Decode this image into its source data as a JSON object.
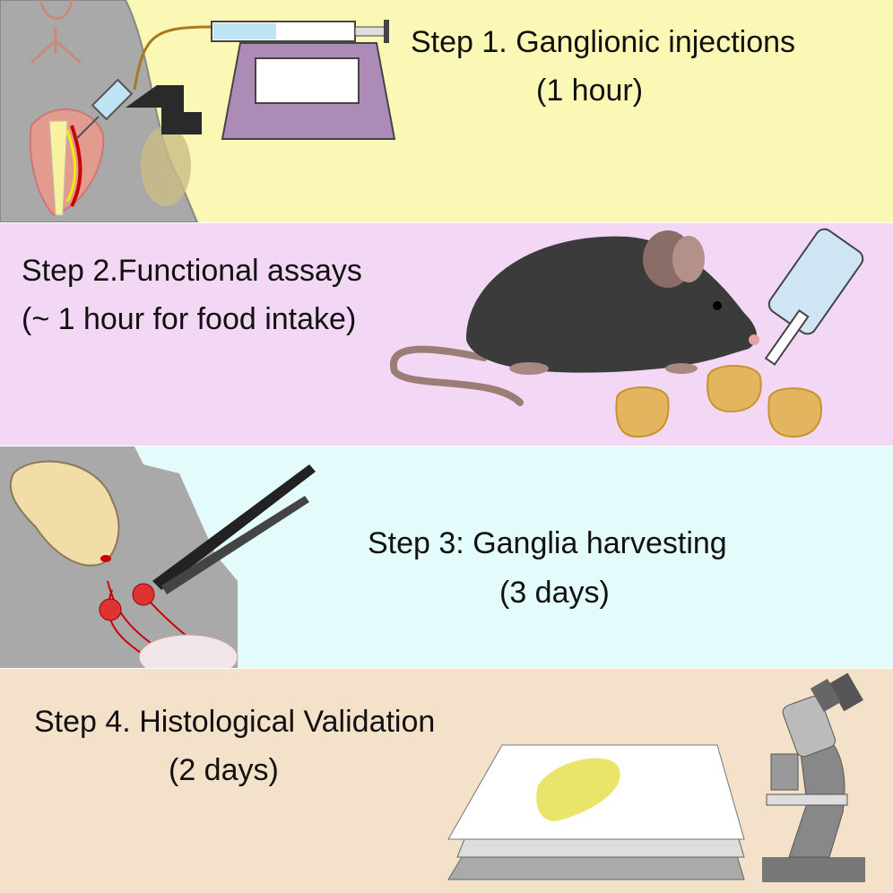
{
  "steps": [
    {
      "title": "Step 1. Ganglionic injections",
      "duration": "(1 hour)",
      "color": "#fbf7b4"
    },
    {
      "title": "Step 2.Functional assays",
      "duration": "(~ 1 hour for food intake)",
      "color": "#f3d8f6"
    },
    {
      "title": "Step 3: Ganglia harvesting",
      "duration": "(3 days)",
      "color": "#e3fbfb"
    },
    {
      "title": "Step 4. Histological Validation",
      "duration": "(2 days)",
      "color": "#f4e1c9"
    }
  ]
}
